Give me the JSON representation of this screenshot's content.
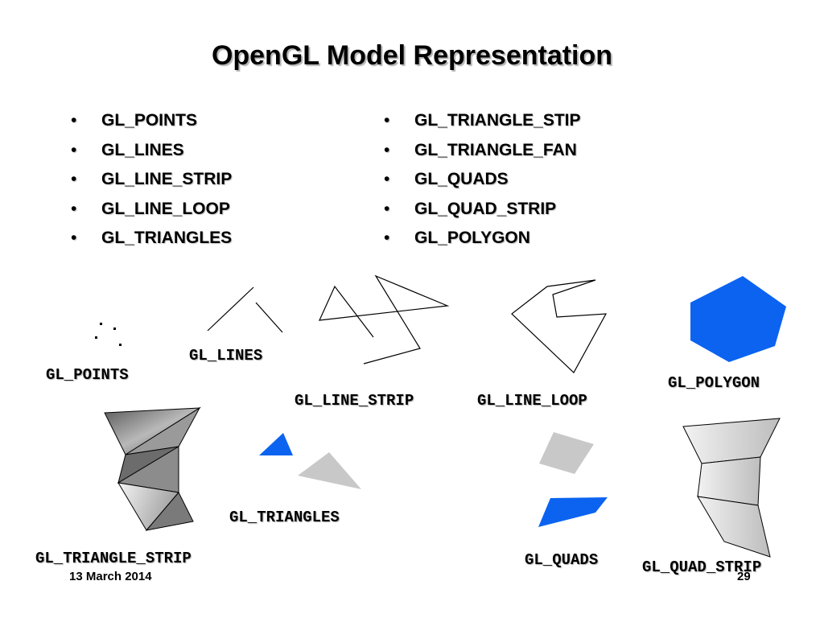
{
  "slide": {
    "title": "OpenGL Model Representation",
    "bullets_left": [
      "GL_POINTS",
      "GL_LINES",
      "GL_LINE_STRIP",
      "GL_LINE_LOOP",
      "GL_TRIANGLES"
    ],
    "bullets_right": [
      "GL_TRIANGLE_STIP",
      "GL_TRIANGLE_FAN",
      "GL_QUADS",
      "GL_QUAD_STRIP",
      "GL_POLYGON"
    ]
  },
  "figure_labels": {
    "points": "GL_POINTS",
    "lines": "GL_LINES",
    "line_strip": "GL_LINE_STRIP",
    "line_loop": "GL_LINE_LOOP",
    "polygon": "GL_POLYGON",
    "triangle_strip": "GL_TRIANGLE_STRIP",
    "triangles": "GL_TRIANGLES",
    "quads": "GL_QUADS",
    "quad_strip": "GL_QUAD_STRIP"
  },
  "footer": {
    "date": "13 March 2014",
    "page_number": "29"
  },
  "colors": {
    "blue_fill": "#0b63f0",
    "gray_fill": "#c8c8c8",
    "stroke": "#000000"
  }
}
